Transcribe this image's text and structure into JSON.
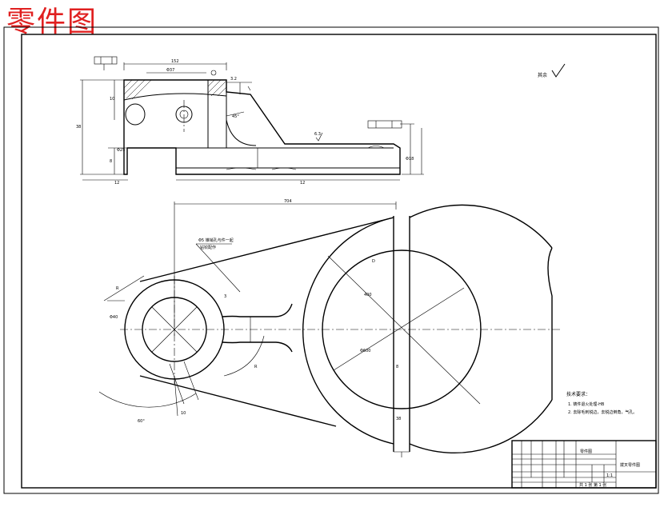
{
  "page": {
    "title": "零件图"
  },
  "annotations": {
    "surface_finish": "其余",
    "tech_requirements": {
      "heading": "技术要求：",
      "item1": "1. 铸件退火处理-HB",
      "item2": "2. 去除毛刺锐边，去锐边倒角，气孔。"
    },
    "dims": {
      "top_width": "152",
      "top_bore": "Φ37",
      "height_left": "38",
      "height_mid": "10",
      "height_low": "8",
      "plan_length": "704",
      "big_diameter": "Φ600",
      "inner_diameter": "400"
    }
  },
  "title_block": {
    "name": "零件图",
    "drawing_title": "拨叉零件图",
    "scale": "1:1",
    "sheet": "共 1 张 第 1 张"
  }
}
